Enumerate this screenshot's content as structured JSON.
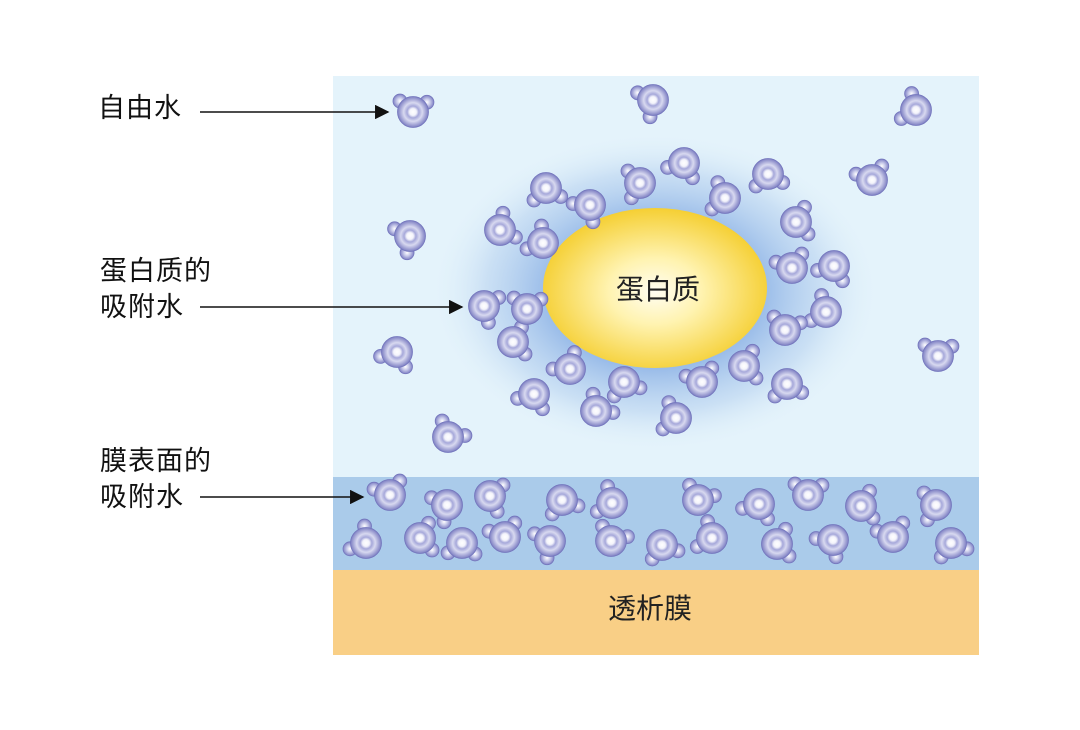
{
  "labels": {
    "free_water": "自由水",
    "protein_water_line1": "蛋白质的",
    "protein_water_line2": "吸附水",
    "membrane_water_line1": "膜表面的",
    "membrane_water_line2": "吸附水"
  },
  "protein_label": "蛋白质",
  "membrane_label": "透析膜",
  "colors": {
    "background_panel": "#e4f3fb",
    "bound_water_band": "#aacbea",
    "membrane": "#f9cf86",
    "protein_core": "#fffbe6",
    "protein_edge": "#f5d23e",
    "halo": "#8fb4e6",
    "molecule": "#8a8ccc"
  }
}
